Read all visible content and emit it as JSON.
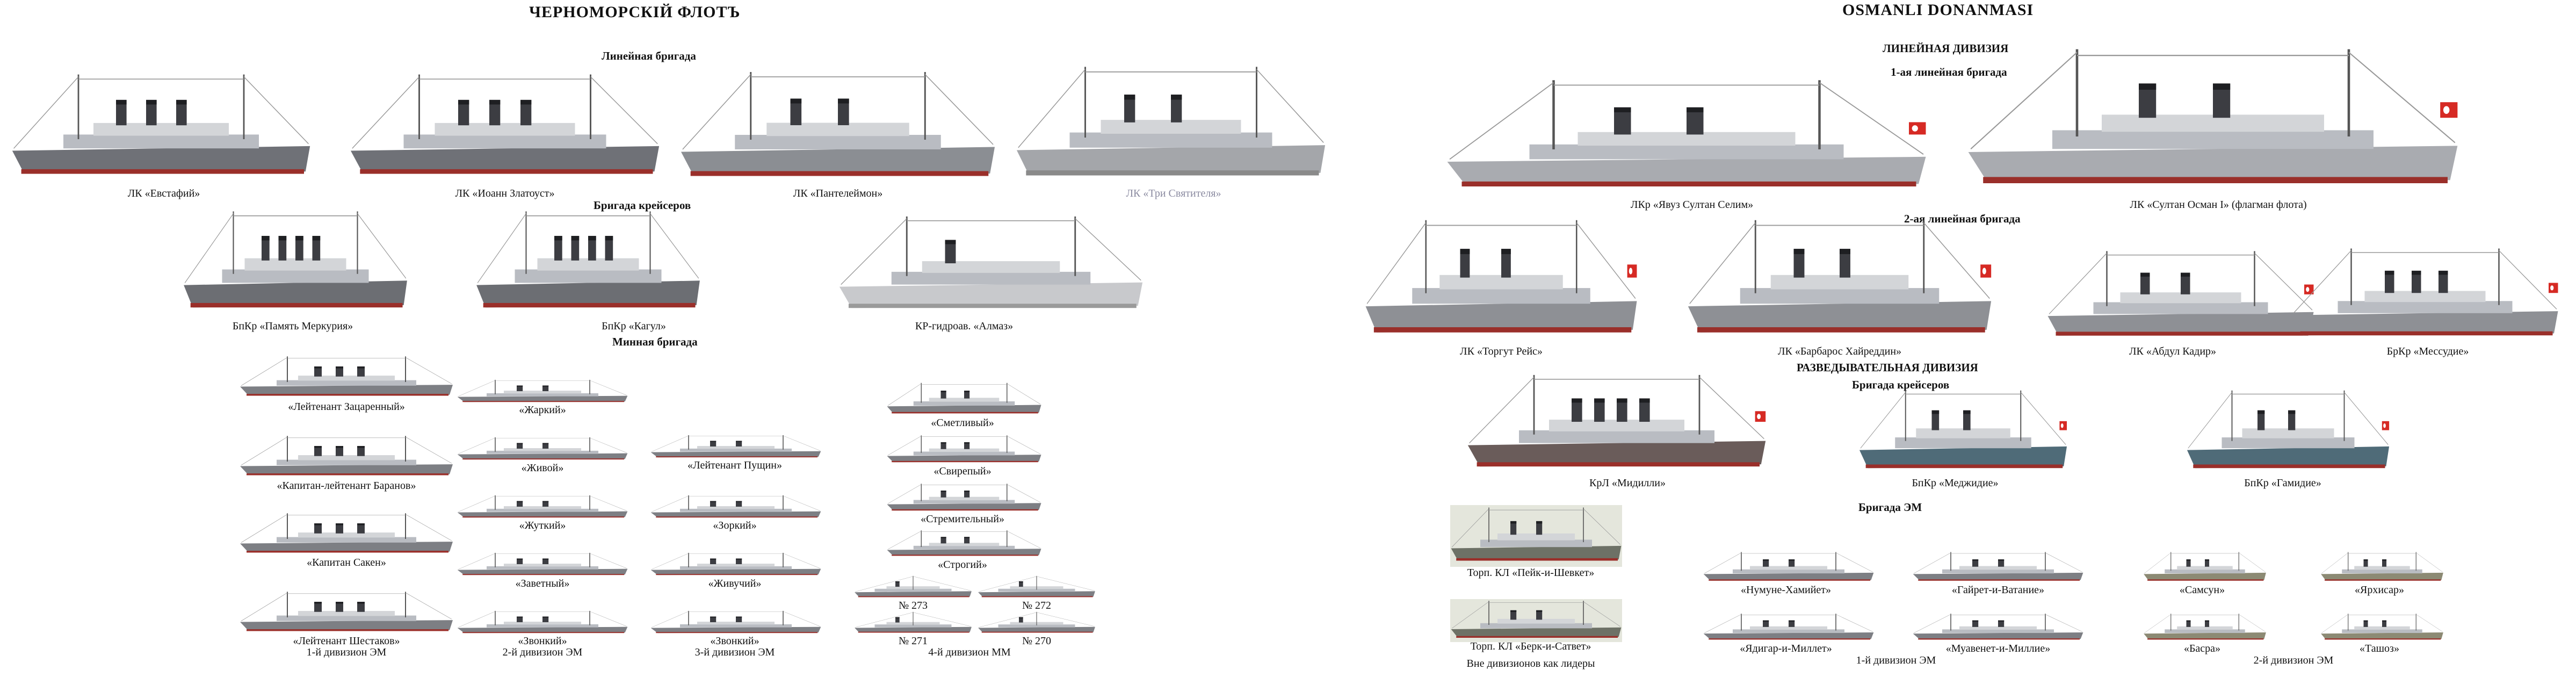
{
  "black_sea": {
    "title": "ЧЕРНОМОРСКIЙ ФЛОТЪ",
    "battle_brigade": "Линейная бригада",
    "battleships": [
      "ЛК «Евстафий»",
      "ЛК «Иоанн Златоуст»",
      "ЛК «Пантелеймон»",
      "ЛК «Три Святителя»"
    ],
    "cruiser_brigade": "Бригада крейсеров",
    "cruisers": [
      "БпКр «Память Меркурия»",
      "БпКр «Кагул»",
      "КР-гидроав. «Алмаз»"
    ],
    "mine_brigade": "Минная бригада",
    "div1": [
      "«Лейтенант Зацаренный»",
      "«Капитан-лейтенант Баранов»",
      "«Капитан Сакен»",
      "«Лейтенант Шестаков»"
    ],
    "div1_label": "1-й дивизион ЭМ",
    "div2": [
      "«Жаркий»",
      "«Живой»",
      "«Жуткий»",
      "«Заветный»",
      "«Звонкий»"
    ],
    "div2_label": "2-й дивизион ЭМ",
    "div3": [
      "«Лейтенант Пущин»",
      "«Зоркий»",
      "«Живучий»",
      "«Звонкий»"
    ],
    "div3_label": "3-й дивизион ЭМ",
    "div_misc": [
      "«Сметливый»",
      "«Свирепый»",
      "«Стремительный»",
      "«Строгий»"
    ],
    "mm": [
      "№ 273",
      "№ 272",
      "№ 271",
      "№ 270"
    ],
    "div4_label": "4-й дивизион ММ"
  },
  "ottoman": {
    "title": "OSMANLI DONANMASI",
    "line_division": "ЛИНЕЙНАЯ ДИВИЗИЯ",
    "first_brigade": "1-ая линейная бригада",
    "first": [
      "ЛКр «Явуз Султан Селим»",
      "ЛК «Султан Осман I» (флагман флота)"
    ],
    "second_brigade": "2-ая линейная бригада",
    "second": [
      "ЛК «Торгут Рейс»",
      "ЛК «Барбарос Хайреддин»",
      "ЛК «Абдул Кадир»",
      "БрКр «Мессудие»"
    ],
    "recon_division": "РАЗВЕДЫВАТЕЛЬНАЯ ДИВИЗИЯ",
    "cruiser_brigade": "Бригада крейсеров",
    "cruisers": [
      "КрЛ «Мидилли»",
      "БпКр «Меджидие»",
      "БпКр «Гамидие»"
    ],
    "em_brigade": "Бригада ЭМ",
    "torpedo": [
      "Торп. КЛ «Пейк-и-Шевкет»",
      "Торп. КЛ «Берк-и-Сатвет»"
    ],
    "torpedo_label": "Вне дивизионов как лидеры",
    "em1": [
      "«Нумуне-Хамийет»",
      "«Гайрет-и-Ватание»",
      "«Ядигар-и-Миллет»",
      "«Муавенет-и-Миллие»"
    ],
    "em1_label": "1-й дивизион ЭМ",
    "em2": [
      "«Самсун»",
      "«Ярхисар»",
      "«Басра»",
      "«Ташоз»"
    ],
    "em2_label": "2-й дивизион ЭМ"
  }
}
